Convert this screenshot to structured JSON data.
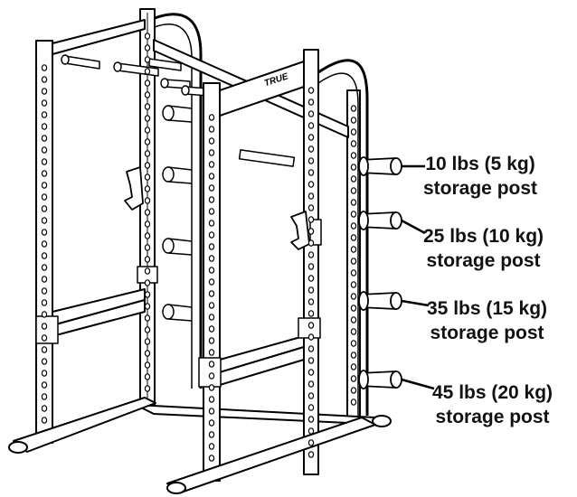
{
  "brand": "TRUE",
  "callouts": [
    {
      "weight": "10 lbs (5 kg)",
      "label": "storage post"
    },
    {
      "weight": "25 lbs (10 kg)",
      "label": "storage post"
    },
    {
      "weight": "35 lbs (15 kg)",
      "label": "storage post"
    },
    {
      "weight": "45 lbs (20 kg)",
      "label": "storage post"
    }
  ],
  "colors": {
    "line": "#000000",
    "background": "#ffffff"
  }
}
